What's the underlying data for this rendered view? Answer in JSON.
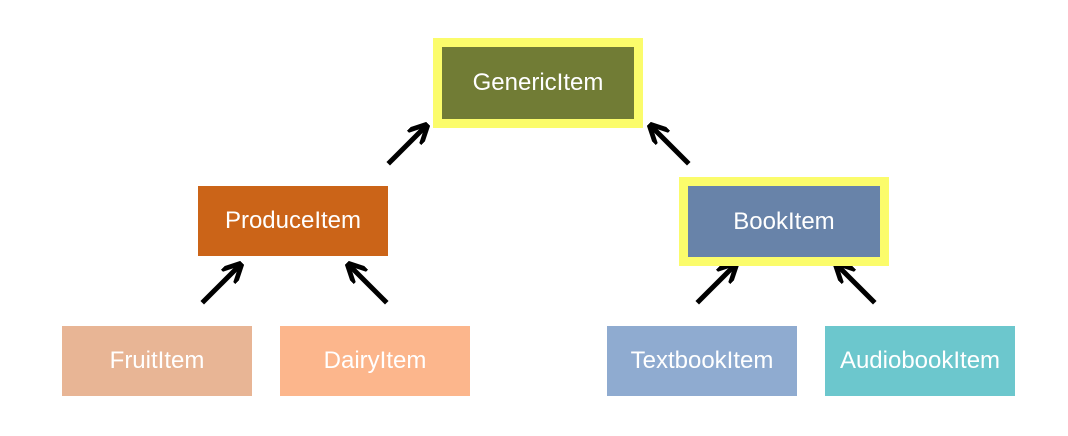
{
  "colors": {
    "highlight_border": "#fbfc6b",
    "arrow": "#000000",
    "text": "#ffffff"
  },
  "nodes": {
    "generic": {
      "label": "GenericItem",
      "color": "#717c35",
      "highlighted": true
    },
    "produce": {
      "label": "ProduceItem",
      "color": "#cb6418",
      "highlighted": false
    },
    "book": {
      "label": "BookItem",
      "color": "#6883a9",
      "highlighted": true
    },
    "fruit": {
      "label": "FruitItem",
      "color": "#e8b595",
      "highlighted": false
    },
    "dairy": {
      "label": "DairyItem",
      "color": "#fcb68c",
      "highlighted": false
    },
    "textbook": {
      "label": "TextbookItem",
      "color": "#8fabd0",
      "highlighted": false
    },
    "audiobook": {
      "label": "AudiobookItem",
      "color": "#6cc7cd",
      "highlighted": false
    }
  },
  "edges": [
    {
      "from": "produce",
      "to": "generic"
    },
    {
      "from": "book",
      "to": "generic"
    },
    {
      "from": "fruit",
      "to": "produce"
    },
    {
      "from": "dairy",
      "to": "produce"
    },
    {
      "from": "textbook",
      "to": "book"
    },
    {
      "from": "audiobook",
      "to": "book"
    }
  ]
}
